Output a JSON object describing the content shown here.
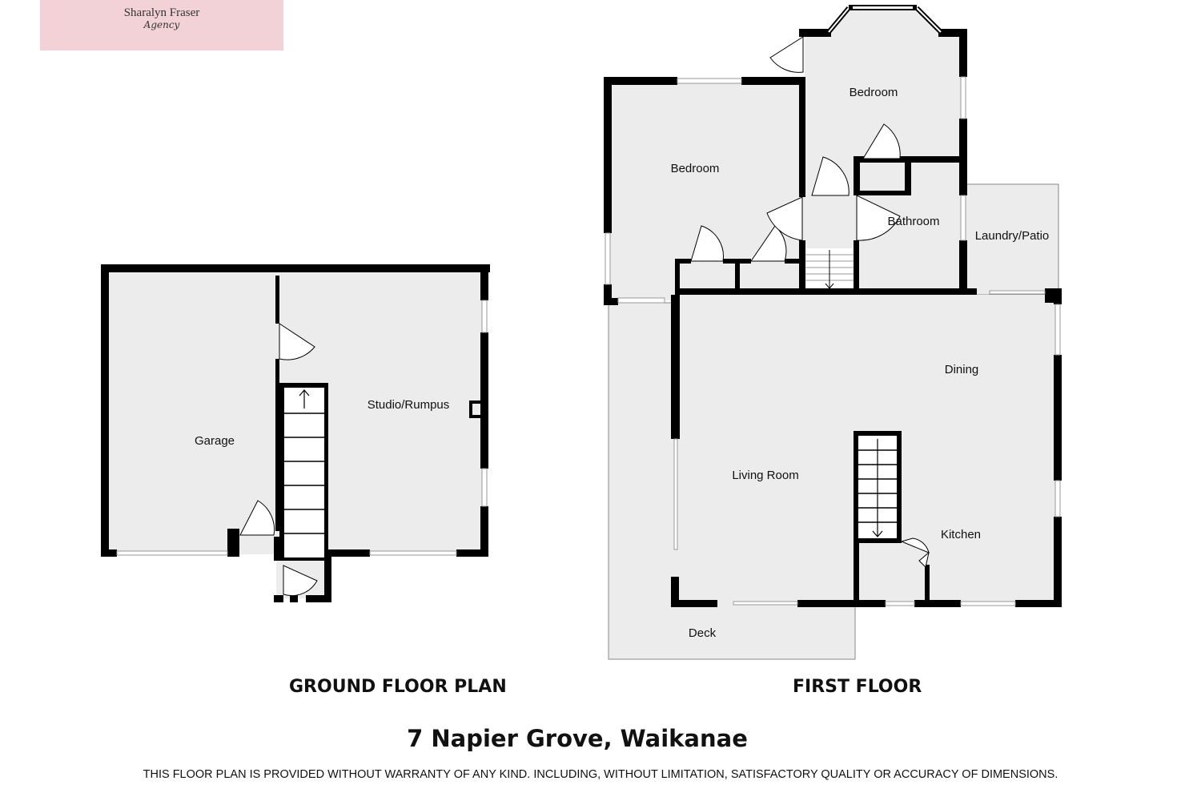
{
  "logo": {
    "name": "Sharalyn Fraser",
    "tagline": "Agency"
  },
  "floors": {
    "ground": {
      "title": "GROUND FLOOR PLAN",
      "rooms": {
        "garage": "Garage",
        "studio": "Studio/Rumpus"
      }
    },
    "first": {
      "title": "FIRST FLOOR",
      "rooms": {
        "bedroom_left": "Bedroom",
        "bedroom_top": "Bedroom",
        "bathroom": "Bathroom",
        "laundry": "Laundry/Patio",
        "dining": "Dining",
        "living": "Living Room",
        "kitchen": "Kitchen",
        "deck": "Deck"
      }
    }
  },
  "address": "7 Napier Grove, Waikanae",
  "disclaimer": "THIS FLOOR PLAN IS PROVIDED WITHOUT WARRANTY OF ANY KIND. INCLUDING, WITHOUT LIMITATION,  SATISFACTORY QUALITY OR ACCURACY OF DIMENSIONS.",
  "colors": {
    "room_fill": "#ececec",
    "wall": "#000000",
    "logo_bg": "#f2d2d7"
  }
}
